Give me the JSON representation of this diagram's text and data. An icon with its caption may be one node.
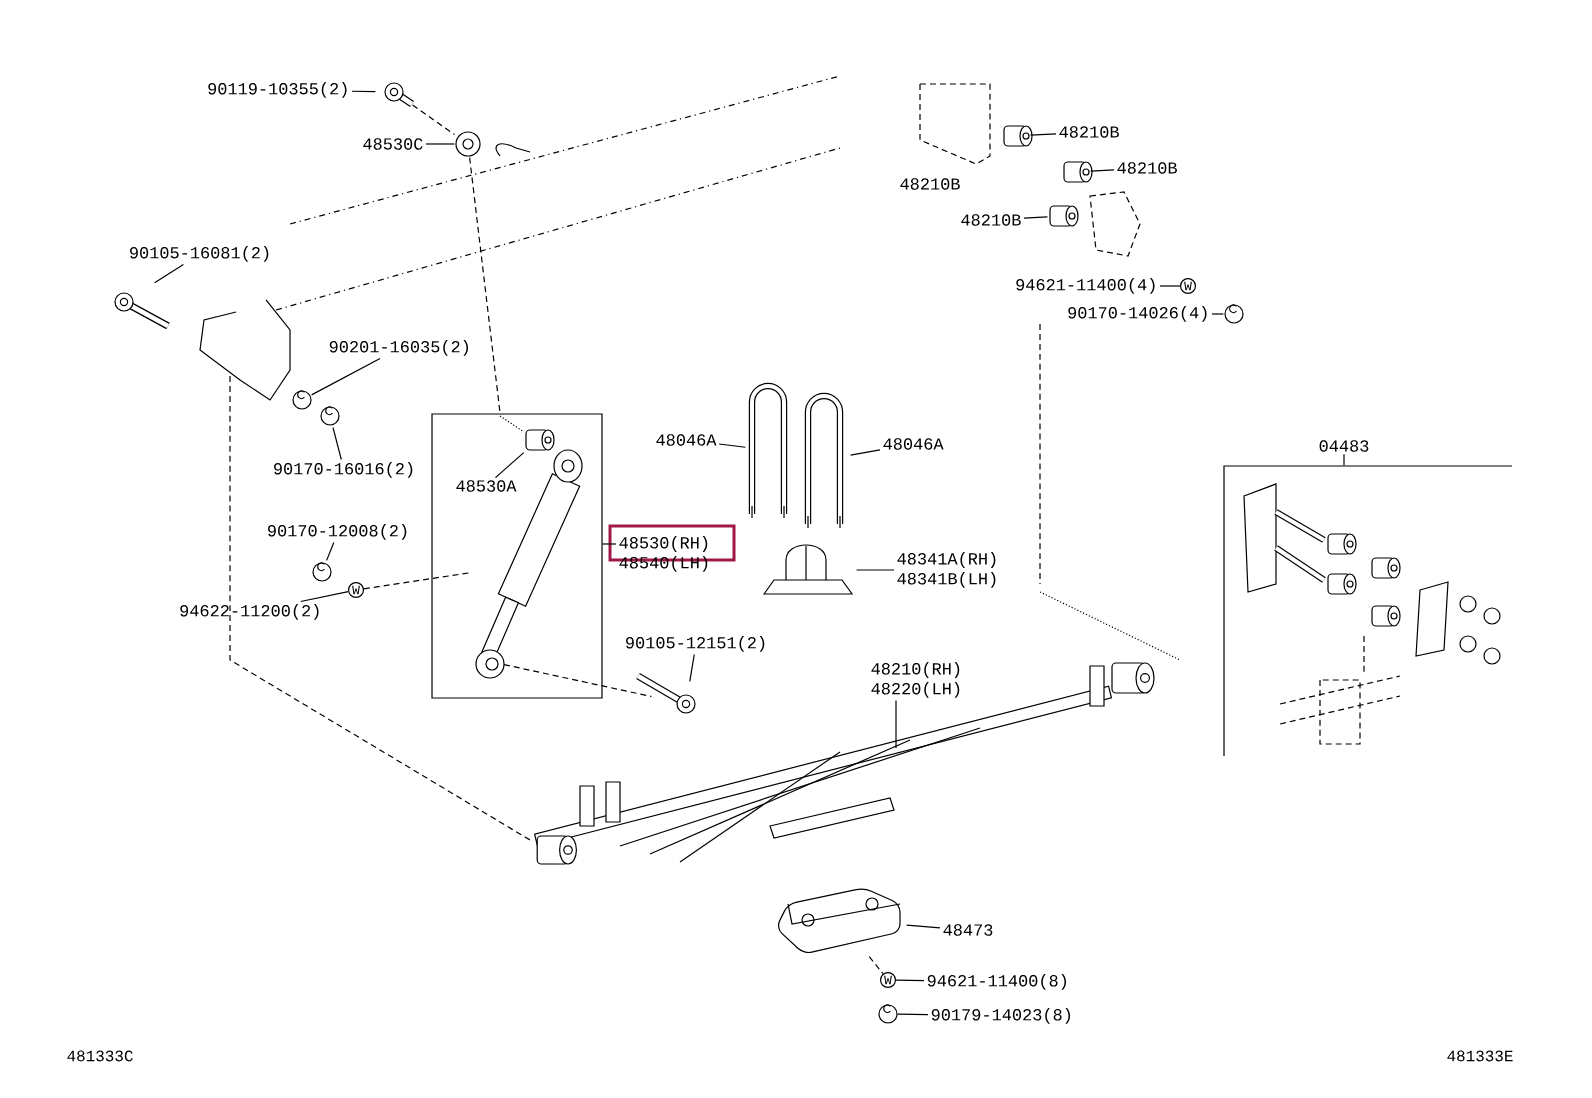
{
  "diagram": {
    "nodes": [
      {
        "text": [
          "90119-10355(2)"
        ]
      },
      {
        "text": [],
        "shape": "picture"
      },
      {
        "text": [
          "48530C"
        ]
      },
      {
        "text": [],
        "shape": "picture"
      },
      {
        "text": [
          "90105-16081(2)"
        ]
      },
      {
        "text": [],
        "shape": "picture"
      },
      {
        "text": [
          "90201-16035(2)"
        ]
      },
      {
        "text": [],
        "shape": "picture"
      },
      {
        "text": [
          "90170-16016(2)"
        ]
      },
      {
        "text": [],
        "shape": "picture"
      },
      {
        "text": [],
        "shape": "box"
      },
      {
        "text": [
          "48530A"
        ],
        "in": 10
      },
      {
        "text": [],
        "shape": "cylinder",
        "in": 10
      },
      {
        "text": [
          "48530(RH)",
          "48540(LH)"
        ]
      },
      {
        "text": [
          "90170-12008(2)"
        ]
      },
      {
        "text": [],
        "shape": "picture"
      },
      {
        "text": [
          "94622-11200(2)"
        ]
      },
      {
        "text": [
          "W"
        ]
      },
      {
        "text": [
          "90105-12151(2)"
        ]
      },
      {
        "text": [],
        "shape": "picture"
      },
      {
        "text": [
          "48046A"
        ]
      },
      {
        "text": [],
        "shape": "picture"
      },
      {
        "text": [
          "48046A"
        ]
      },
      {
        "text": [],
        "shape": "picture"
      },
      {
        "text": [
          "48341A(RH)",
          "48341B(LH)"
        ]
      },
      {
        "text": [],
        "shape": "picture"
      },
      {
        "text": [
          "48210(RH)",
          "48220(LH)"
        ]
      },
      {
        "text": [],
        "shape": "picture"
      },
      {
        "text": [
          "48473"
        ]
      },
      {
        "text": [],
        "shape": "picture"
      },
      {
        "text": [
          "94621-11400(8)"
        ]
      },
      {
        "text": [
          "W"
        ]
      },
      {
        "text": [
          "90179-14023(8)"
        ]
      },
      {
        "text": [],
        "shape": "picture"
      },
      {
        "text": [
          "48210B"
        ]
      },
      {
        "text": [],
        "shape": "cylinder"
      },
      {
        "text": [
          "48210B"
        ]
      },
      {
        "text": [],
        "shape": "cylinder"
      },
      {
        "text": [
          "48210B"
        ]
      },
      {
        "text": [],
        "shape": "cylinder"
      },
      {
        "text": [
          "94621-11400(4)"
        ]
      },
      {
        "text": [
          "W"
        ]
      },
      {
        "text": [
          "90170-14026(4)"
        ]
      },
      {
        "text": [],
        "shape": "picture"
      },
      {
        "text": [
          "04483"
        ]
      },
      {
        "text": [],
        "shape": "box"
      },
      {
        "text": [],
        "shape": "picture",
        "in": 10
      }
    ],
    "edges": [
      {
        "from": 0,
        "to": 1,
        "arrow": "none"
      },
      {
        "from": 2,
        "to": 3,
        "arrow": "none"
      },
      {
        "from": 4,
        "to": 5,
        "arrow": "none"
      },
      {
        "from": 6,
        "to": 7,
        "arrow": "none"
      },
      {
        "from": 8,
        "to": 9,
        "arrow": "none"
      },
      {
        "from": 11,
        "to": 12,
        "arrow": "none"
      },
      {
        "from": 13,
        "to": 10,
        "arrow": "none"
      },
      {
        "from": 14,
        "to": 15,
        "arrow": "none"
      },
      {
        "from": 16,
        "to": 17,
        "arrow": "none"
      },
      {
        "from": 18,
        "to": 19,
        "arrow": "none"
      },
      {
        "from": 20,
        "to": 21,
        "arrow": "none"
      },
      {
        "from": 22,
        "to": 23,
        "arrow": "none"
      },
      {
        "from": 24,
        "to": 25,
        "arrow": "none"
      },
      {
        "from": 26,
        "to": 27,
        "arrow": "none"
      },
      {
        "from": 28,
        "to": 29,
        "arrow": "none"
      },
      {
        "from": 30,
        "to": 31,
        "arrow": "none"
      },
      {
        "from": 32,
        "to": 33,
        "arrow": "none"
      },
      {
        "from": 34,
        "to": 35,
        "arrow": "none"
      },
      {
        "from": 36,
        "to": 37,
        "arrow": "none"
      },
      {
        "from": 38,
        "to": 39,
        "arrow": "none"
      },
      {
        "from": 40,
        "to": 41,
        "arrow": "none"
      },
      {
        "from": 42,
        "to": 43,
        "arrow": "none"
      },
      {
        "from": 44,
        "to": 45,
        "arrow": "none"
      },
      {
        "from": 1,
        "to": 3,
        "arrow": "none",
        "style": "dashed"
      },
      {
        "from": 3,
        "to": 10,
        "arrow": "none",
        "style": "dashed"
      },
      {
        "from": 17,
        "to": 46,
        "arrow": "none",
        "style": "dashed"
      },
      {
        "from": 46,
        "to": 19,
        "arrow": "none",
        "style": "dashed"
      },
      {
        "from": 29,
        "to": 31,
        "arrow": "none",
        "style": "dashed"
      }
    ],
    "labels": [
      "48210B",
      "481333C",
      "481333E"
    ]
  }
}
